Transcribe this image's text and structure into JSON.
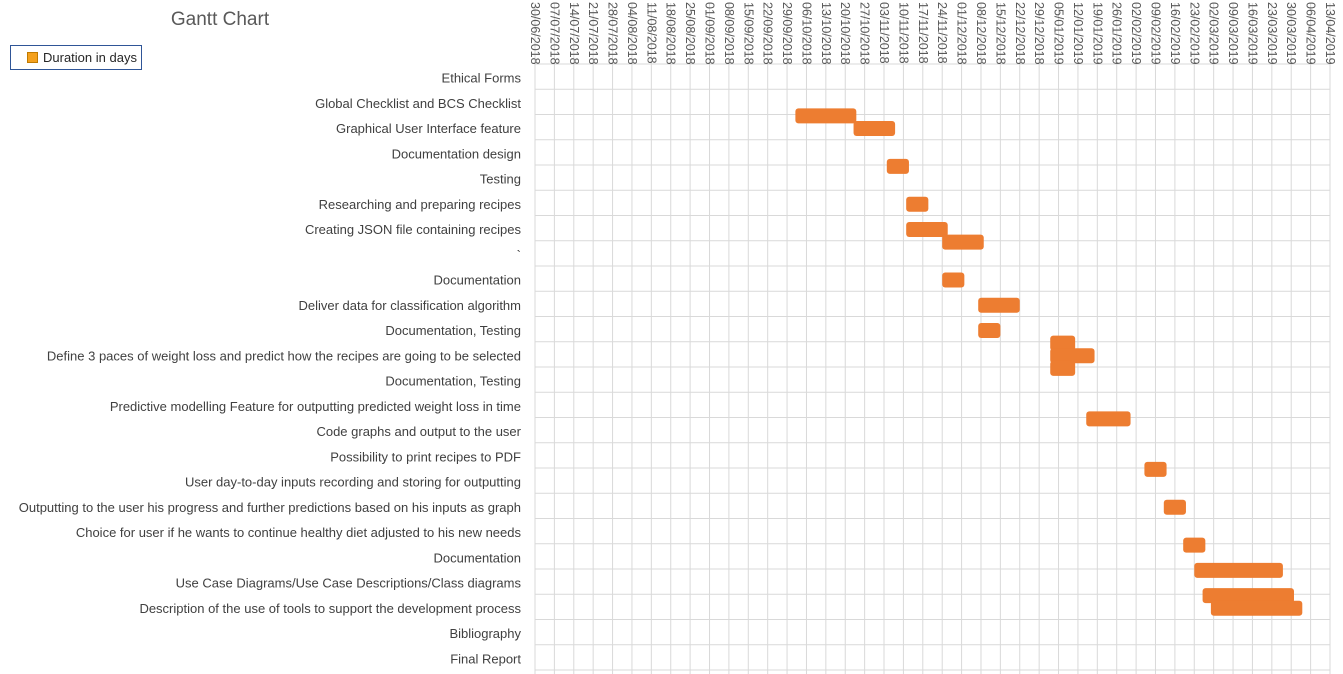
{
  "chart_data": {
    "type": "gantt",
    "title": "Gantt Chart",
    "legend": {
      "label": "Duration in days",
      "position": "top-left"
    },
    "colors": {
      "bar": "#ed7d31",
      "grid": "#d9d9d9",
      "legend_swatch": "#f4a11e"
    },
    "grid": true,
    "xlim": [
      "2018-06-30",
      "2019-04-13"
    ],
    "dates": [
      "30/06/2018",
      "07/07/2018",
      "14/07/2018",
      "21/07/2018",
      "28/07/2018",
      "04/08/2018",
      "11/08/2018",
      "18/08/2018",
      "25/08/2018",
      "01/09/2018",
      "08/09/2018",
      "15/09/2018",
      "22/09/2018",
      "29/09/2018",
      "06/10/2018",
      "13/10/2018",
      "20/10/2018",
      "27/10/2018",
      "03/11/2018",
      "10/11/2018",
      "17/11/2018",
      "24/11/2018",
      "01/12/2018",
      "08/12/2018",
      "15/12/2018",
      "22/12/2018",
      "29/12/2018",
      "05/01/2019",
      "12/01/2019",
      "19/01/2019",
      "26/01/2019",
      "02/02/2019",
      "09/02/2019",
      "16/02/2019",
      "23/02/2019",
      "02/03/2019",
      "09/03/2019",
      "16/03/2019",
      "23/03/2019",
      "30/03/2019",
      "06/04/2019",
      "13/04/2019"
    ],
    "tasks": [
      "Ethical Forms",
      "Global Checklist and BCS Checklist",
      "Graphical User Interface feature",
      "Documentation design",
      "Testing",
      "Researching and preparing recipes",
      "Creating JSON file containing recipes",
      "`",
      "Documentation",
      "Deliver data for classification algorithm",
      "Documentation, Testing",
      "Define 3 paces of weight loss and predict how the recipes are going to be selected",
      "Documentation, Testing",
      "Predictive modelling Feature for outputting predicted weight loss in time",
      "Code graphs and output to the user",
      "Possibility to print recipes to PDF",
      "User day-to-day inputs recording and storing for outputting",
      "Outputting to the user his progress and further predictions based on his inputs as graph",
      "Choice for user if he wants to continue healthy diet adjusted to his new needs",
      "Documentation",
      "Use Case Diagrams/Use Case Descriptions/Class diagrams",
      "Description of the use of tools to support the development process",
      "Bibliography",
      "Final Report"
    ],
    "bars": [
      {
        "task": 1.5,
        "start": "2018-10-02",
        "end": "2018-10-24"
      },
      {
        "task": 2.0,
        "start": "2018-10-23",
        "end": "2018-11-07"
      },
      {
        "task": 3.5,
        "start": "2018-11-04",
        "end": "2018-11-12"
      },
      {
        "task": 5.0,
        "start": "2018-11-11",
        "end": "2018-11-19"
      },
      {
        "task": 6.0,
        "start": "2018-11-11",
        "end": "2018-11-26"
      },
      {
        "task": 6.5,
        "start": "2018-11-24",
        "end": "2018-12-09"
      },
      {
        "task": 8.0,
        "start": "2018-11-24",
        "end": "2018-12-02"
      },
      {
        "task": 9.0,
        "start": "2018-12-07",
        "end": "2018-12-22"
      },
      {
        "task": 10.0,
        "start": "2018-12-07",
        "end": "2018-12-15"
      },
      {
        "task": 10.5,
        "start": "2019-01-02",
        "end": "2019-01-11"
      },
      {
        "task": 11.0,
        "start": "2019-01-02",
        "end": "2019-01-18"
      },
      {
        "task": 11.5,
        "start": "2019-01-02",
        "end": "2019-01-11"
      },
      {
        "task": 13.5,
        "start": "2019-01-15",
        "end": "2019-01-31"
      },
      {
        "task": 15.5,
        "start": "2019-02-05",
        "end": "2019-02-13"
      },
      {
        "task": 17.0,
        "start": "2019-02-12",
        "end": "2019-02-20"
      },
      {
        "task": 18.5,
        "start": "2019-02-19",
        "end": "2019-02-27"
      },
      {
        "task": 19.5,
        "start": "2019-02-23",
        "end": "2019-03-27"
      },
      {
        "task": 20.5,
        "start": "2019-02-26",
        "end": "2019-03-31"
      },
      {
        "task": 21.0,
        "start": "2019-03-01",
        "end": "2019-04-03"
      }
    ]
  }
}
